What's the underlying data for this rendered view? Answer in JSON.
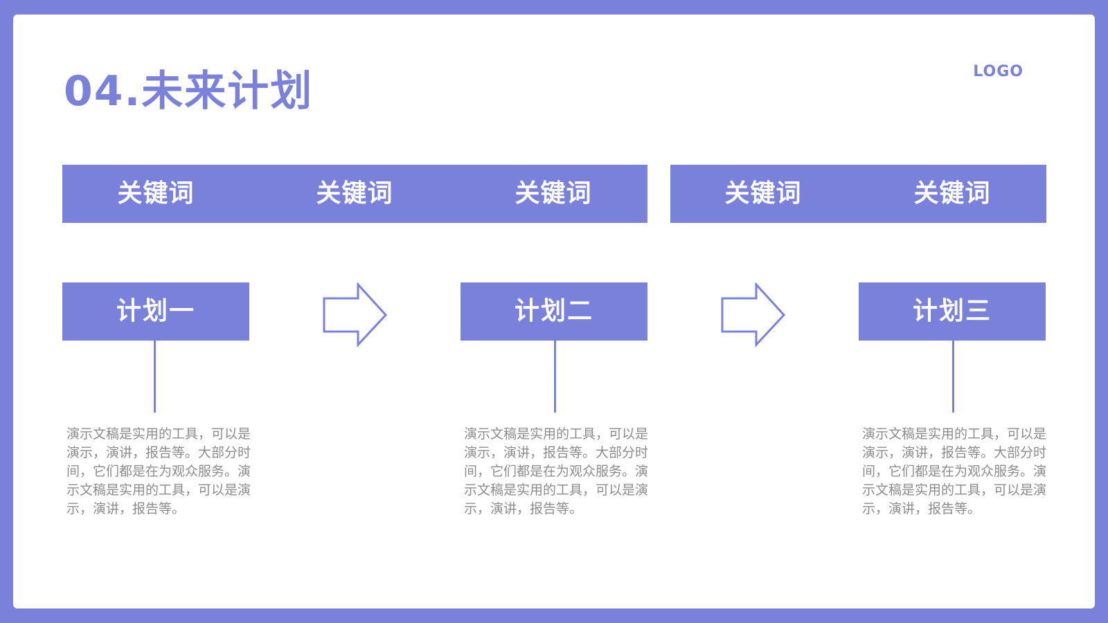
{
  "slide": {
    "title": "04.未来计划",
    "logo": "LOGO"
  },
  "keywords": [
    "关键词",
    "关键词",
    "关键词",
    "关键词",
    "关键词"
  ],
  "plans": [
    {
      "label": "计划一",
      "description": "演示文稿是实用的工具，可以是演示，演讲，报告等。大部分时间，它们都是在为观众服务。演示文稿是实用的工具，可以是演示，演讲，报告等。"
    },
    {
      "label": "计划二",
      "description": "演示文稿是实用的工具，可以是演示，演讲，报告等。大部分时间，它们都是在为观众服务。演示文稿是实用的工具，可以是演示，演讲，报告等。"
    },
    {
      "label": "计划三",
      "description": "演示文稿是实用的工具，可以是演示，演讲，报告等。大部分时间，它们都是在为观众服务。演示文稿是实用的工具，可以是演示，演讲，报告等。"
    }
  ],
  "icons": {
    "arrow": "right-arrow-icon"
  },
  "colors": {
    "accent": "#7a81db",
    "background": "#ffffff",
    "text_muted": "#8c8c8c"
  }
}
